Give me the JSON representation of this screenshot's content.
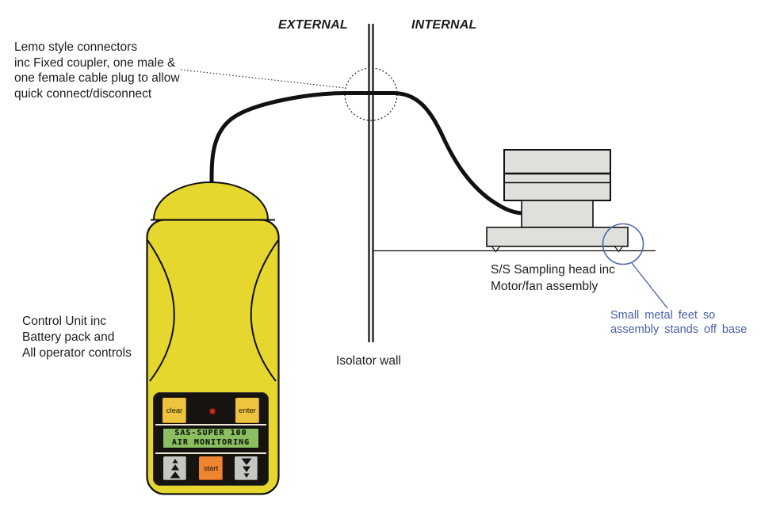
{
  "zones": {
    "external": "EXTERNAL",
    "internal": "INTERNAL",
    "wall_label": "Isolator wall"
  },
  "notes": {
    "lemo": [
      "Lemo style connectors",
      "inc Fixed coupler, one male &",
      "one female cable plug to allow",
      "quick connect/disconnect"
    ],
    "control_unit": [
      "Control Unit inc",
      "Battery pack and",
      "All operator controls"
    ],
    "sampling_head": [
      "S/S Sampling head inc",
      "Motor/fan assembly"
    ],
    "metal_feet": [
      "Small metal feet so",
      "assembly stands off base"
    ]
  },
  "device": {
    "clear_button": "clear",
    "enter_button": "enter",
    "start_button": "start",
    "lcd": [
      "SAS-SUPER 100",
      "AIR MONITORING"
    ]
  },
  "colors": {
    "device_yellow": "#e6d72f",
    "key_yellow": "#eec33d",
    "lcd_green": "#8cbe62",
    "start_orange": "#ee8530",
    "key_gray": "#c6c6c2",
    "head_gray": "#dfe0db",
    "annotation_blue": "#4a5fa5",
    "ink": "#1d1d1b"
  }
}
